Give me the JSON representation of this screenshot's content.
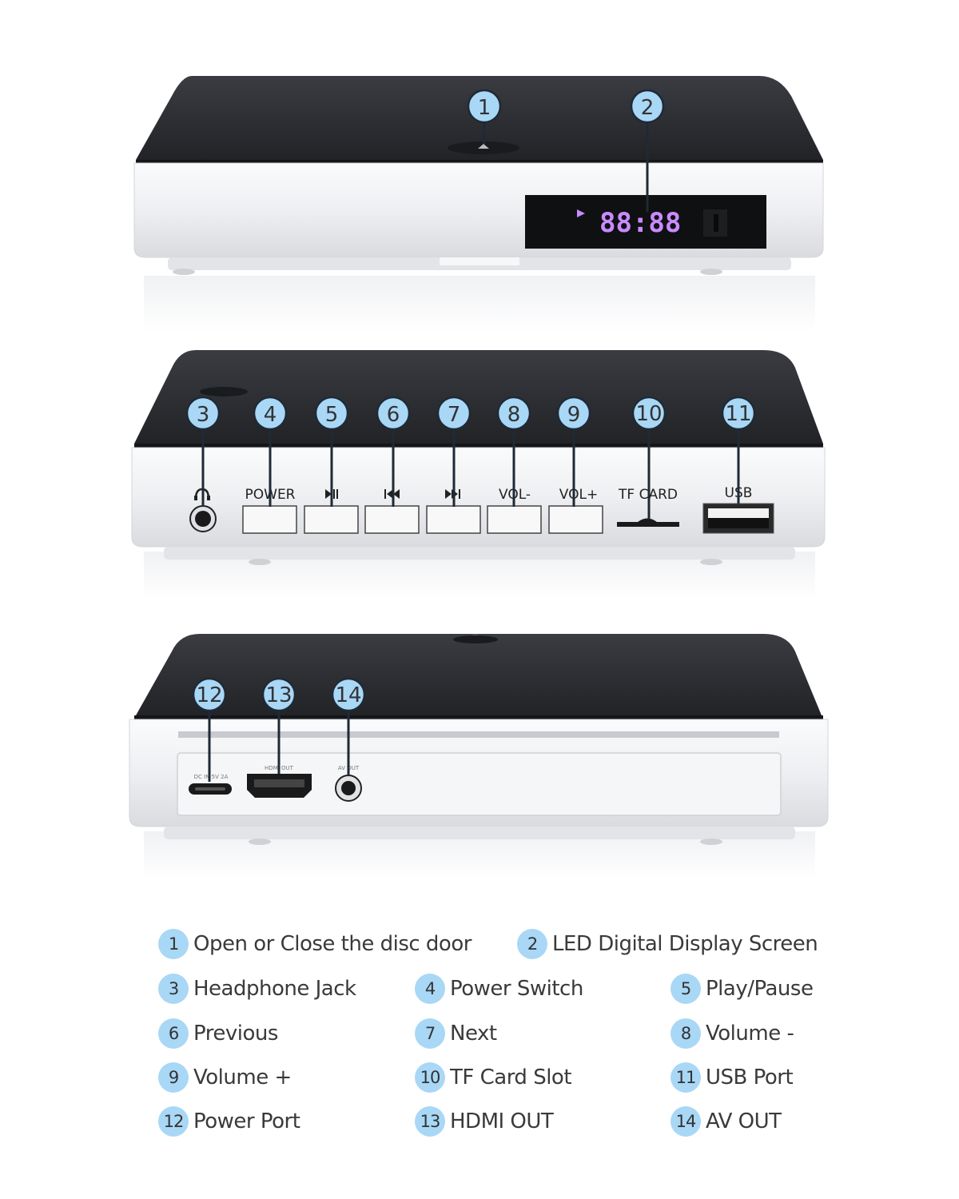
{
  "callouts": [
    "1",
    "2",
    "3",
    "4",
    "5",
    "6",
    "7",
    "8",
    "9",
    "10",
    "11",
    "12",
    "13",
    "14"
  ],
  "display": {
    "time": "88:88"
  },
  "panel_labels": {
    "power": "POWER",
    "vol_minus": "VOL-",
    "vol_plus": "VOL+",
    "tf_card": "TF CARD",
    "usb": "USB",
    "dc_in": "DC IN 5V 2A",
    "hdmi_out": "HDMI OUT",
    "av_out": "AV OUT"
  },
  "legend": [
    {
      "num": "1",
      "label": "Open or Close the disc door"
    },
    {
      "num": "2",
      "label": "LED Digital Display Screen"
    },
    {
      "num": "3",
      "label": "Headphone Jack"
    },
    {
      "num": "4",
      "label": "Power Switch"
    },
    {
      "num": "5",
      "label": "Play/Pause"
    },
    {
      "num": "6",
      "label": "Previous"
    },
    {
      "num": "7",
      "label": "Next"
    },
    {
      "num": "8",
      "label": "Volume -"
    },
    {
      "num": "9",
      "label": "Volume +"
    },
    {
      "num": "10",
      "label": "TF Card Slot"
    },
    {
      "num": "11",
      "label": "USB Port"
    },
    {
      "num": "12",
      "label": "Power Port"
    },
    {
      "num": "13",
      "label": "HDMI OUT"
    },
    {
      "num": "14",
      "label": "AV OUT"
    }
  ],
  "colors": {
    "callout_fill": "#a9d7f6",
    "leader_line": "#1e2a36",
    "lid": "#2b2d31",
    "body": "#f1f2f4",
    "display_digits": "#c98bff"
  }
}
